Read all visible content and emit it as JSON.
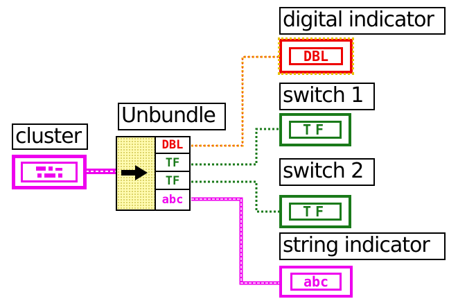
{
  "labels": {
    "cluster": "cluster",
    "unbundle": "Unbundle",
    "digital_indicator": "digital indicator",
    "switch1": "switch 1",
    "switch2": "switch 2",
    "string_indicator": "string indicator"
  },
  "terminals": {
    "digital_indicator": "DBL",
    "switch1": "TF",
    "switch2": "TF",
    "string_indicator": "abc"
  },
  "unbundle_outputs": [
    "DBL",
    "TF",
    "TF",
    "abc"
  ],
  "colors": {
    "dbl": "#ee0000",
    "dbl_wire": "#f0a000",
    "boolean": "#1a7a1a",
    "string": "#ee00ee",
    "node_fill": "#fffbb0"
  }
}
